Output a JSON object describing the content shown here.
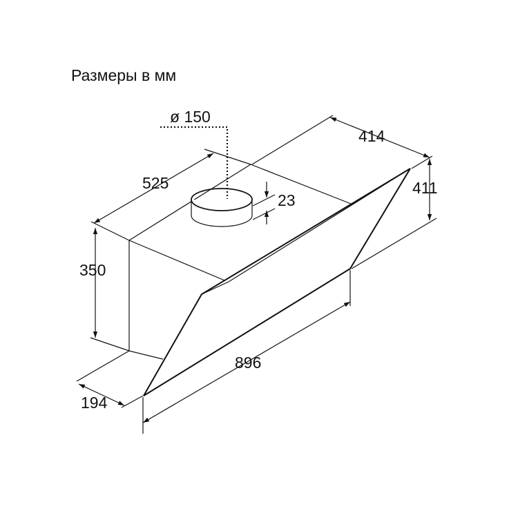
{
  "title": "Размеры в мм",
  "dimensions": {
    "duct_diameter": "ø 150",
    "depth_top": "414",
    "glass_height": "411",
    "body_depth": "525",
    "duct_height": "23",
    "body_height": "350",
    "width": "896",
    "bottom_depth": "194"
  }
}
